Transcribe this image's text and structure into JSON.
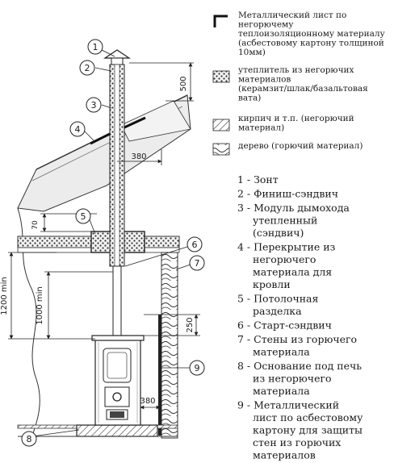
{
  "legend": [
    {
      "key": "metal",
      "lines": [
        "Металлический лист по",
        "негорючему",
        "теплоизоляционному материалу",
        "(асбестовому картону толщиной",
        "10мм)"
      ]
    },
    {
      "key": "insulation",
      "lines": [
        "утеплитель из негорючих",
        "материалов",
        "(керамзит/шлак/базальтовая",
        "вата)"
      ]
    },
    {
      "key": "brick",
      "lines": [
        "кирпич и т.п. (негорючий",
        "материал)"
      ]
    },
    {
      "key": "wood",
      "lines": [
        "дерево (горючий материал)"
      ]
    }
  ],
  "parts": [
    {
      "lines": [
        "1 - Зонт"
      ]
    },
    {
      "lines": [
        "2 - Финиш-сэндвич"
      ]
    },
    {
      "lines": [
        "3 - Модуль дымохода",
        "утепленный",
        "(сэндвич)"
      ]
    },
    {
      "lines": [
        "4 - Перекрытие из",
        "негорючего",
        "материала для",
        "кровли"
      ]
    },
    {
      "lines": [
        "5 - Потолочная",
        "разделка"
      ]
    },
    {
      "lines": [
        "6 - Старт-сэндвич"
      ]
    },
    {
      "lines": [
        "7 - Стены из горючего",
        "материала"
      ]
    },
    {
      "lines": [
        "8 - Основание под печь",
        "из негорючего",
        "материала"
      ]
    },
    {
      "lines": [
        "9 - Металлический",
        "лист по асбестовому",
        "картону для защиты",
        "стен из горючих",
        "материалов"
      ]
    }
  ],
  "callouts": [
    "1",
    "2",
    "3",
    "4",
    "5",
    "6",
    "7",
    "8",
    "9"
  ],
  "dimensions": {
    "d500": "500",
    "d380_top": "380",
    "d70": "70",
    "d1200": "1200 min",
    "d1000": "1000 min",
    "d250": "250",
    "d380_bottom": "380"
  }
}
